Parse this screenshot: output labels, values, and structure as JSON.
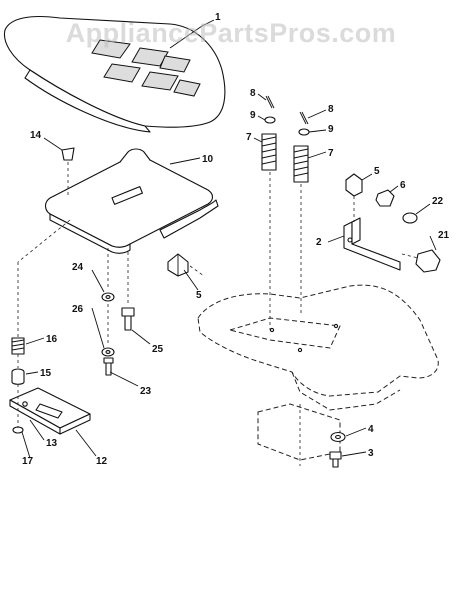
{
  "watermark": "AppliancePartsPros.com",
  "callouts": {
    "c1": "1",
    "c2": "2",
    "c3": "3",
    "c4": "4",
    "c5a": "5",
    "c5b": "5",
    "c6": "6",
    "c7a": "7",
    "c7b": "7",
    "c8a": "8",
    "c8b": "8",
    "c9a": "9",
    "c9b": "9",
    "c10": "10",
    "c12": "12",
    "c13": "13",
    "c14": "14",
    "c15": "15",
    "c16": "16",
    "c17": "17",
    "c21": "21",
    "c22": "22",
    "c23": "23",
    "c24": "24",
    "c25": "25",
    "c26": "26"
  }
}
